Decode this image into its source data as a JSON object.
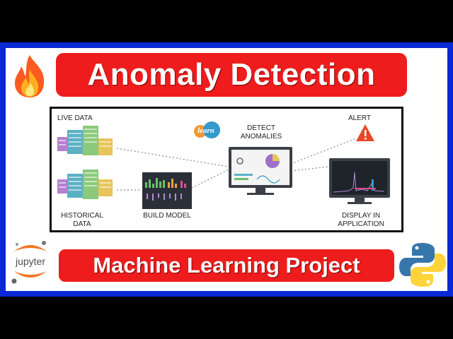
{
  "title": "Anomaly Detection",
  "subtitle": "Machine Learning Project",
  "diagram": {
    "live_data": "LIVE DATA",
    "historical_data": "HISTORICAL DATA",
    "build_model": "BUILD MODEL",
    "detect_anomalies": "DETECT ANOMALIES",
    "alert": "ALERT",
    "display": "DISPLAY IN APPLICATION",
    "sklearn_text": "learn"
  },
  "jupyter_text": "jupyter",
  "colors": {
    "frame": "#0a28d6",
    "pill": "#ee1c1c",
    "alert": "#e8472a"
  },
  "icons": [
    "fire-icon",
    "jupyter-logo",
    "python-logo",
    "sklearn-logo",
    "alert-icon"
  ]
}
